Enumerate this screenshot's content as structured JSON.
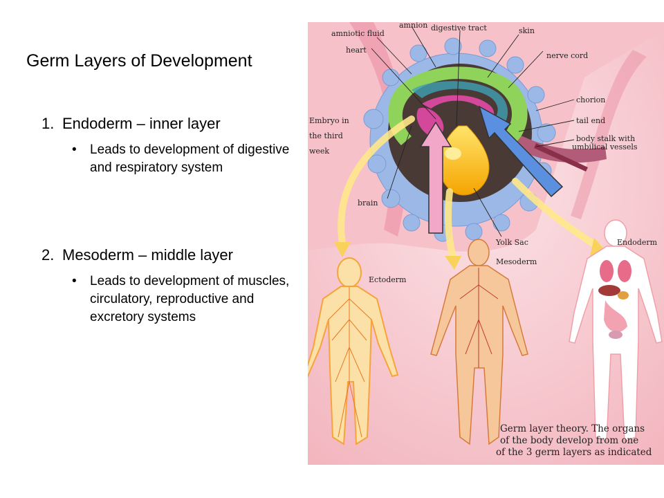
{
  "slide": {
    "title": "Germ Layers of Development",
    "items": [
      {
        "number": "1.",
        "heading": "Endoderm – inner layer",
        "bullet": "Leads to development of digestive and respiratory system"
      },
      {
        "number": "2.",
        "heading": "Mesoderm – middle layer",
        "bullet": "Leads to development of muscles, circulatory, reproductive and excretory systems"
      }
    ],
    "bullet_char": "•"
  },
  "figure": {
    "labels": {
      "amnion": "amnion",
      "amniotic_fluid": "amniotic fluid",
      "digestive_tract": "digestive tract",
      "skin": "skin",
      "heart": "heart",
      "nerve_cord": "nerve cord",
      "chorion": "chorion",
      "tail_end": "tail end",
      "body_stalk_1": "body stalk with",
      "body_stalk_2": "umbilical vessels",
      "embryo_1": "Embryo in",
      "embryo_2": "the third",
      "embryo_3": "week",
      "brain": "brain",
      "yolk_sac": "Yolk Sac",
      "ectoderm": "Ectoderm",
      "mesoderm": "Mesoderm",
      "endoderm": "Endoderm"
    },
    "caption": [
      "Germ layer theory.  The organs",
      "of the body develop from one",
      "of the 3 germ layers as indicated"
    ],
    "colors": {
      "background": "#f7c9cf",
      "chorion_villi": "#9bb8e6",
      "amnion_dark": "#4a3a36",
      "germ_green": "#8fd35a",
      "germ_magenta": "#d3489a",
      "yolk": "#ffd21f",
      "arrow_pink": "#f2a7c9",
      "arrow_blue": "#5b8fe0",
      "ectoderm_orange": "#f6a33b",
      "mesoderm_tan": "#f5c79a",
      "endoderm_white": "#ffffff"
    }
  }
}
